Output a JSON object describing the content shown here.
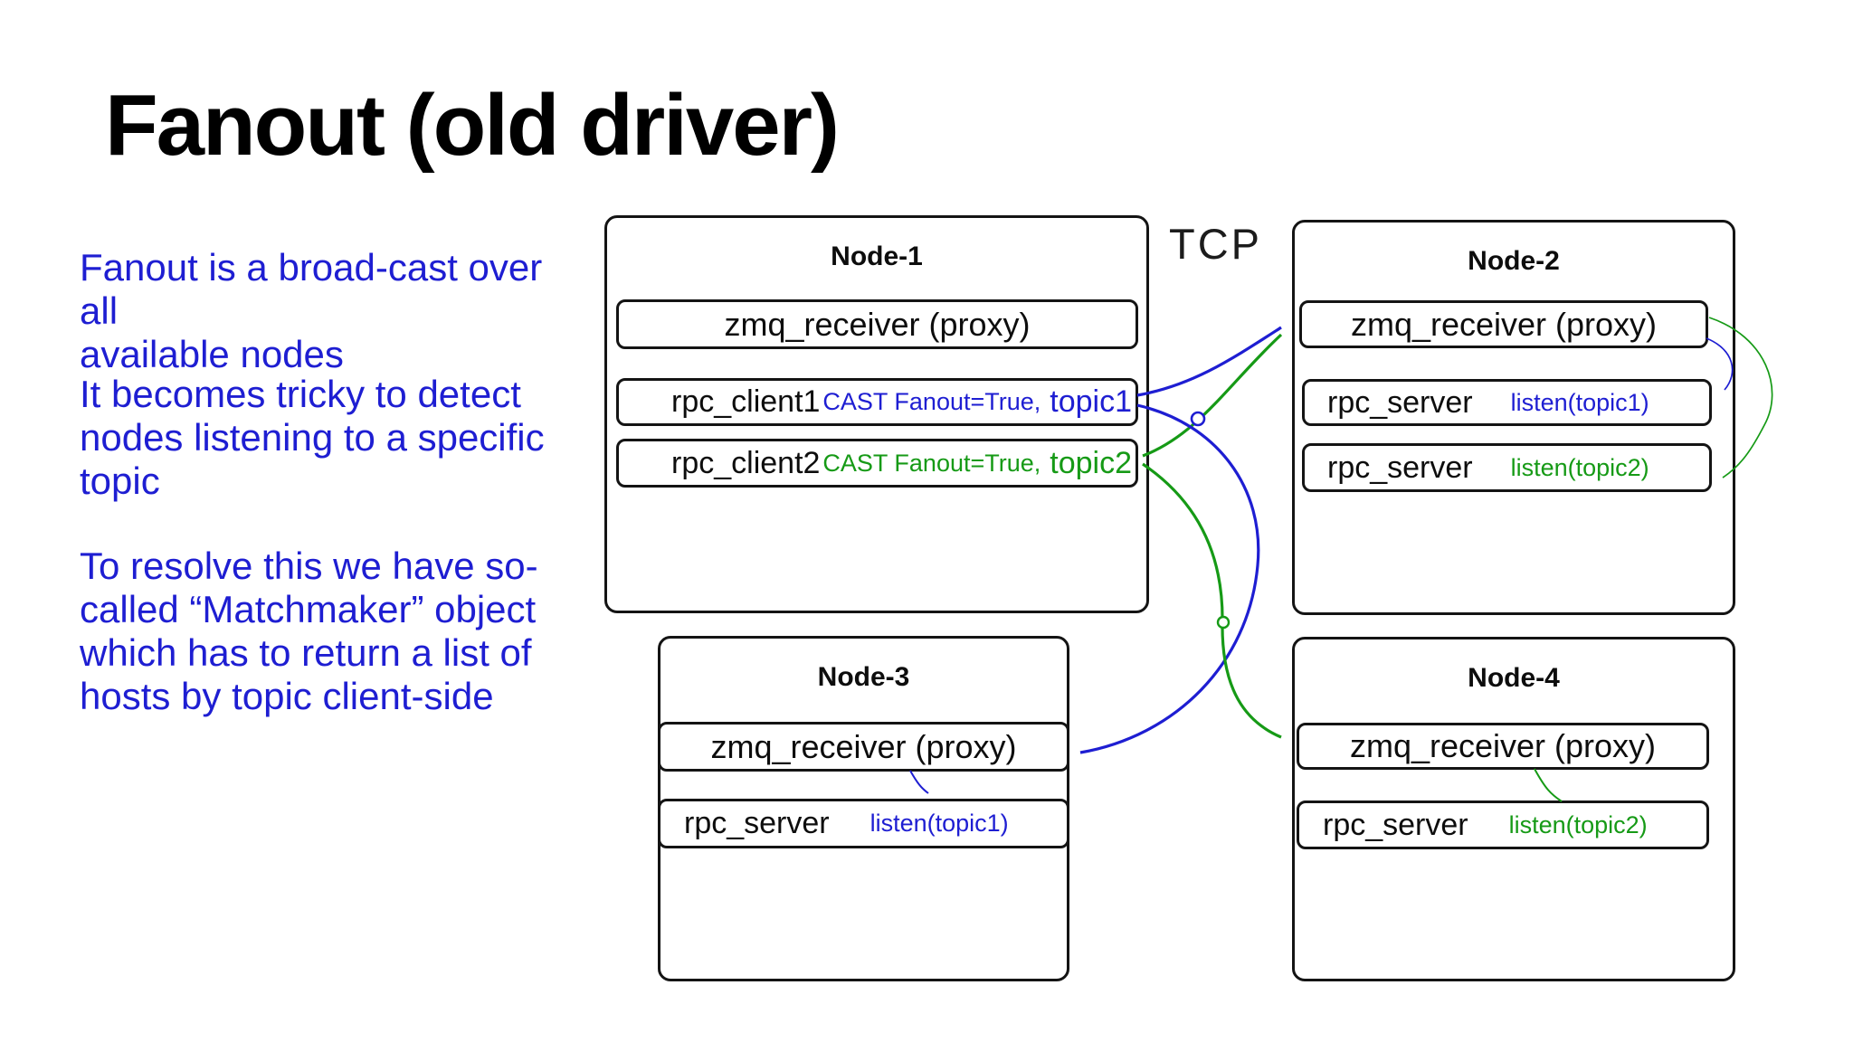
{
  "title": "Fanout (old driver)",
  "tcp_label": "TCP",
  "notes": {
    "p1": "Fanout is a broad-cast over all\navailable nodes",
    "p2": "It becomes tricky to detect\nnodes listening to a specific\ntopic",
    "p3": "To resolve this we have so-\ncalled “Matchmaker” object\nwhich has to return a list of\nhosts by topic client-side"
  },
  "colors": {
    "blue": "#1e1ed2",
    "green": "#169a16",
    "ink": "#111111"
  },
  "nodes": {
    "node1": {
      "title": "Node-1",
      "receiver": "zmq_receiver (proxy)",
      "clients": [
        {
          "name": "rpc_client1",
          "cast": "CAST Fanout=True,",
          "topic": "topic1"
        },
        {
          "name": "rpc_client2",
          "cast": "CAST Fanout=True,",
          "topic": "topic2"
        }
      ]
    },
    "node2": {
      "title": "Node-2",
      "receiver": "zmq_receiver (proxy)",
      "servers": [
        {
          "name": "rpc_server",
          "listen": "listen(topic1)"
        },
        {
          "name": "rpc_server",
          "listen": "listen(topic2)"
        }
      ]
    },
    "node3": {
      "title": "Node-3",
      "receiver": "zmq_receiver (proxy)",
      "servers": [
        {
          "name": "rpc_server",
          "listen": "listen(topic1)"
        }
      ]
    },
    "node4": {
      "title": "Node-4",
      "receiver": "zmq_receiver (proxy)",
      "servers": [
        {
          "name": "rpc_server",
          "listen": "listen(topic2)"
        }
      ]
    }
  }
}
